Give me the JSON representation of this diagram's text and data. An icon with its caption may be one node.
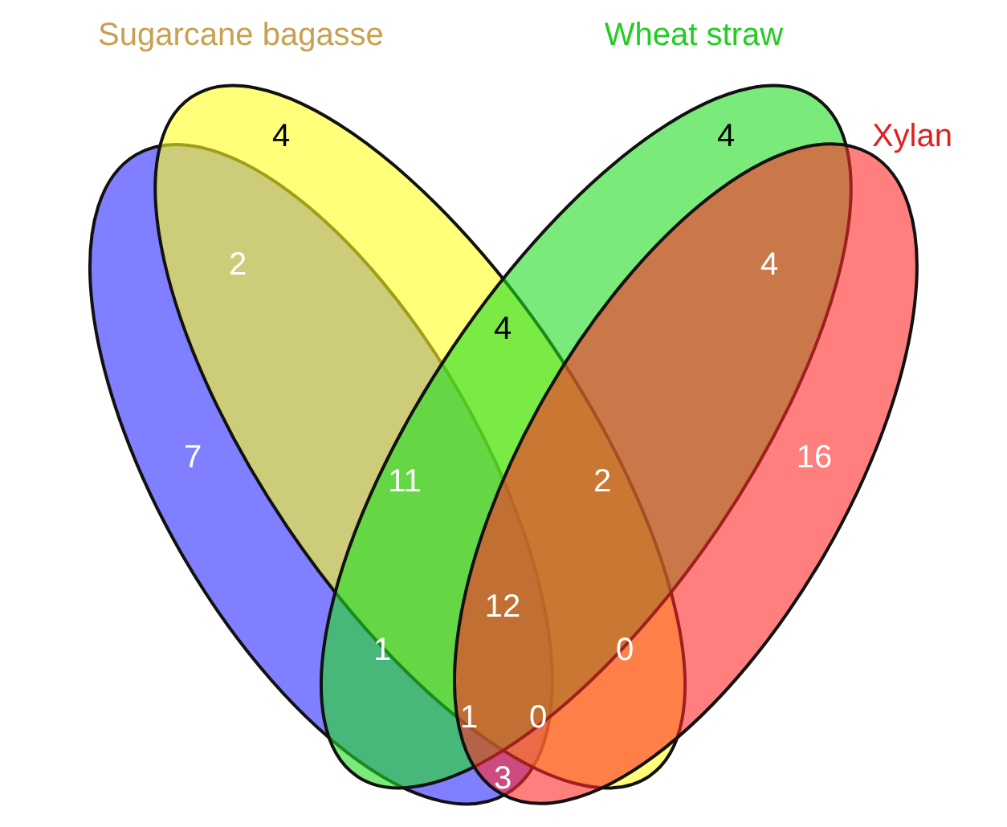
{
  "diagram": {
    "nodes": [
      {
        "text": [],
        "shape": "ellipse"
      },
      {
        "text": [
          "Sugarcane bagasse"
        ]
      },
      {
        "text": [
          "Wheat straw"
        ]
      },
      {
        "text": [
          "Xylan"
        ]
      }
    ],
    "labels": [
      "4",
      "4",
      "2",
      "4",
      "4",
      "7",
      "11",
      "2",
      "16",
      "1",
      "12",
      "0",
      "1",
      "0",
      "3"
    ]
  }
}
